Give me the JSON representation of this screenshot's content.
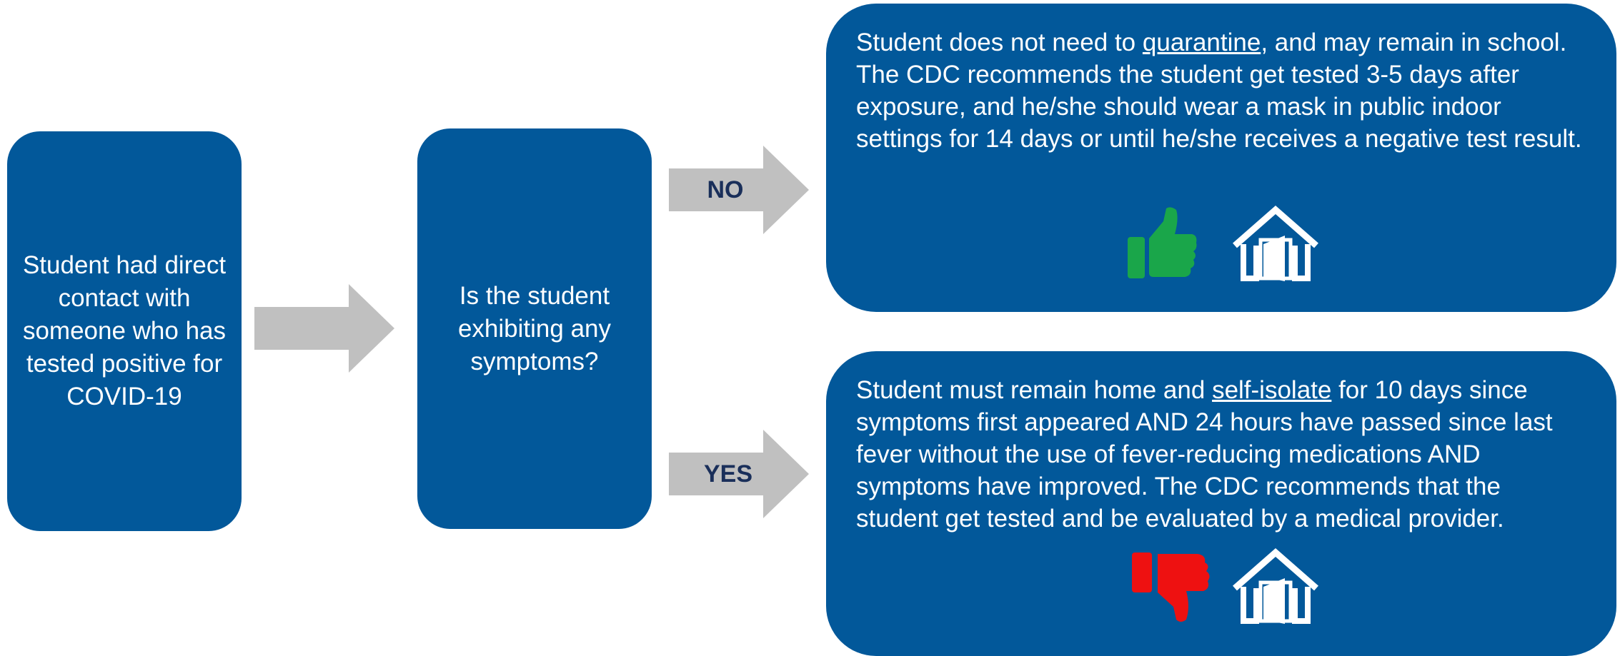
{
  "boxes": {
    "start": "Student had direct contact with someone who has tested positive for COVID-19",
    "question": "Is the student exhibiting any symptoms?"
  },
  "branches": {
    "no_label": "NO",
    "yes_label": "YES"
  },
  "outcome_no": {
    "text_before": "Student does not need to ",
    "link": "quarantine",
    "text_after": ", and may remain in school. The CDC recommends the student get tested 3-5 days after exposure, and he/she should wear a mask in public indoor settings for 14 days or until he/she receives a negative test result.",
    "icons": [
      "thumbs-up-icon",
      "school-building-icon"
    ]
  },
  "outcome_yes": {
    "text_before": "Student must remain home and ",
    "link": "self-isolate",
    "text_after": " for 10 days since symptoms first appeared AND 24 hours have passed since last fever without the use of fever-reducing medications AND symptoms have improved. The CDC recommends that the student get tested and be evaluated by a medical provider.",
    "icons": [
      "thumbs-down-icon",
      "school-building-icon"
    ]
  },
  "colors": {
    "box": "#02589a",
    "arrow": "#c0c0c0",
    "thumbs_up": "#1aa64a",
    "thumbs_down": "#ee1111"
  }
}
